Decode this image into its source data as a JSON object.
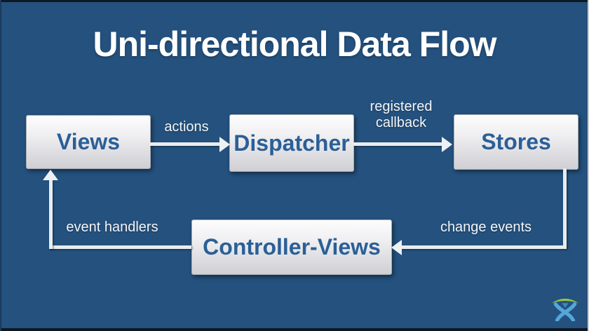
{
  "title": "Uni-directional Data Flow",
  "diagram": {
    "nodes": [
      {
        "id": "views",
        "label": "Views"
      },
      {
        "id": "dispatcher",
        "label": "Dispatcher"
      },
      {
        "id": "stores",
        "label": "Stores"
      },
      {
        "id": "controller-views",
        "label": "Controller-Views"
      }
    ],
    "edges": [
      {
        "from": "views",
        "to": "dispatcher",
        "label": "actions"
      },
      {
        "from": "dispatcher",
        "to": "stores",
        "label": "registered callback"
      },
      {
        "from": "stores",
        "to": "controller-views",
        "label": "change events"
      },
      {
        "from": "controller-views",
        "to": "views",
        "label": "event handlers"
      }
    ]
  },
  "logo": {
    "name": "atlassian-logo"
  },
  "colors": {
    "background": "#24517e",
    "title_text": "#ffffff",
    "node_text": "#2b5f97",
    "node_fill_top": "#fdfdfe",
    "node_fill_bottom": "#cfcfd4",
    "arrow": "#e9ecef",
    "edge_label_text": "#f3f5f7",
    "logo_green": "#9bc53d",
    "logo_blue": "#55a6d9",
    "frame_bar": "#0e1822"
  }
}
